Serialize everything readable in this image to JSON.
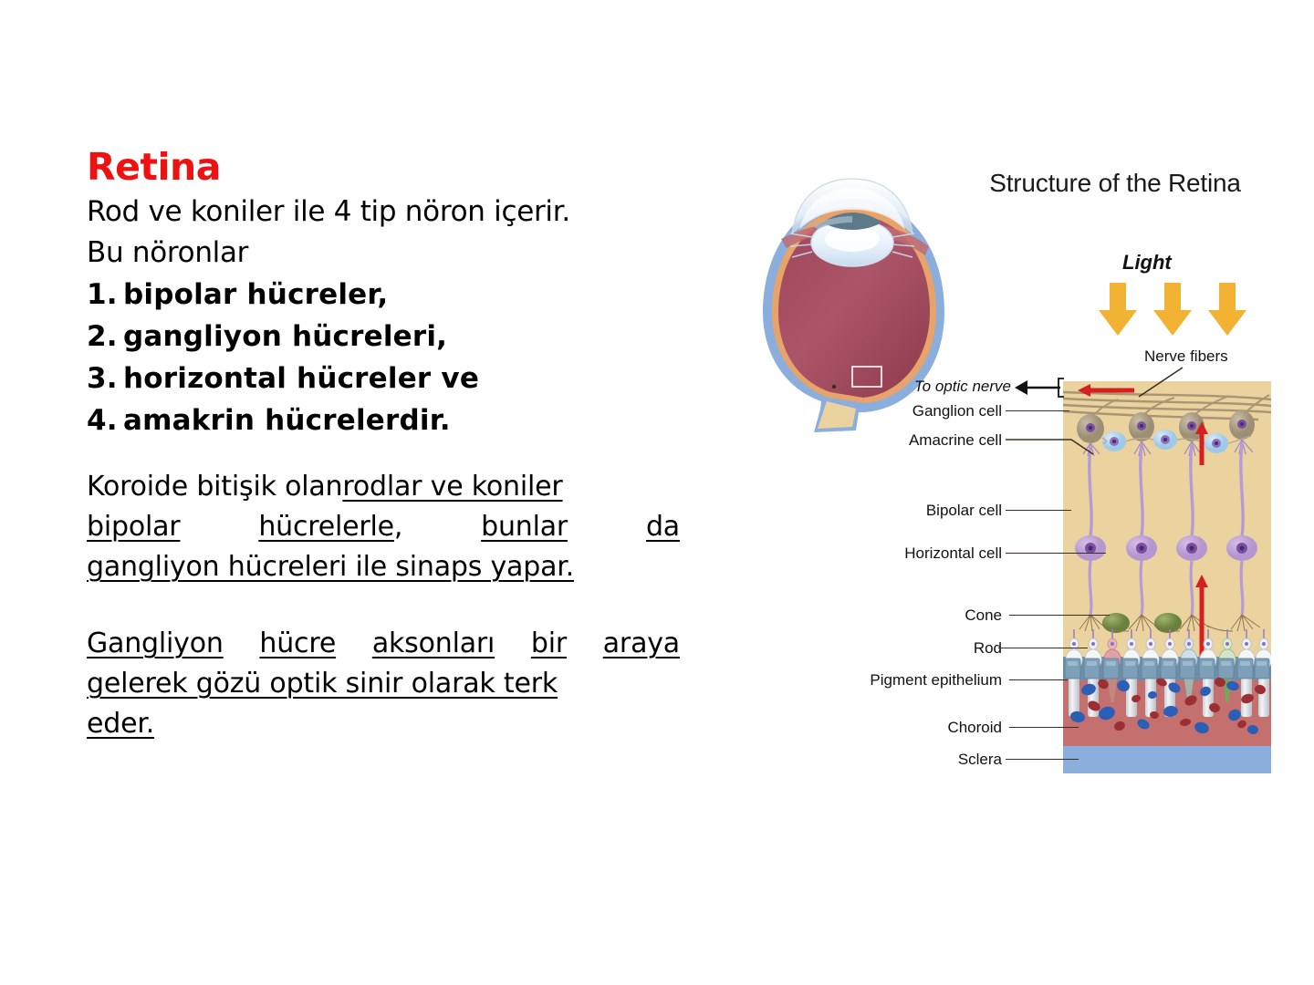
{
  "slide": {
    "heading": "Retina",
    "heading_color": "#EE1111",
    "background": "#FFFFFF",
    "intro_lines": [
      "Rod ve koniler ile 4 tip nöron içerir.",
      "Bu nöronlar"
    ],
    "numbered_list": [
      {
        "num": "1.",
        "text": "bipolar  hücreler,"
      },
      {
        "num": "2.",
        "text": "gangliyon  hücreleri,"
      },
      {
        "num": "3.",
        "text": "horizontal  hücreler ve"
      },
      {
        "num": "4.",
        "text": "amakrin  hücrelerdir."
      }
    ],
    "paragraph1": {
      "line1_plain": "Koroide bitişik olan ",
      "line1_underlined": "rodlar ve koniler",
      "line2_a": "bipolar",
      "line2_b": "hücrelerle",
      "line2_comma": ",",
      "line2_c": "bunlar",
      "line2_d": "da",
      "line3": "gangliyon hücreleri ile sinaps yapar."
    },
    "paragraph2": {
      "line1_a": "Gangliyon",
      "line1_b": "hücre",
      "line1_c": "aksonları",
      "line1_d": "bir",
      "line1_e": "araya",
      "line2": "gelerek gözü optik sinir olarak terk",
      "line3": "eder."
    }
  },
  "figure": {
    "title": "Structure of the Retina",
    "light_label": "Light",
    "light_arrow_color": "#F2B233",
    "nerve_fibers_label": "Nerve fibers",
    "to_optic_nerve_label": "To optic nerve",
    "left_labels": [
      "Ganglion cell",
      "Amacrine cell",
      "Bipolar cell",
      "Horizontal cell",
      "Cone",
      "Rod",
      "Pigment epithelium",
      "Choroid",
      "Sclera"
    ],
    "layer_colors": {
      "neural_retina": "#EBD3A0",
      "pigment_epithelium": "#6F8EA8",
      "choroid": "#C4706E",
      "sclera": "#8CAEDC"
    },
    "signal_arrow_color": "#D81F1F"
  }
}
